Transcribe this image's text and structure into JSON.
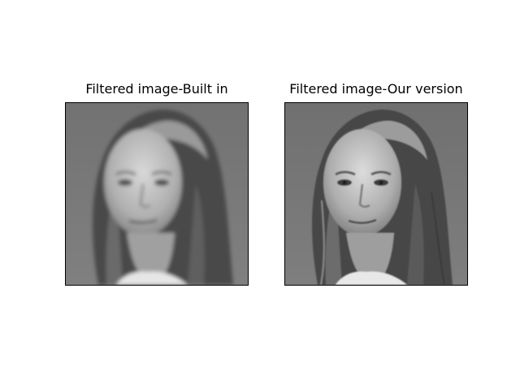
{
  "figure": {
    "panels": [
      {
        "title": "Filtered image-Built in",
        "colormap": "gray",
        "filter": "blurred"
      },
      {
        "title": "Filtered image-Our version",
        "colormap": "gray",
        "filter": "sharp"
      }
    ]
  }
}
